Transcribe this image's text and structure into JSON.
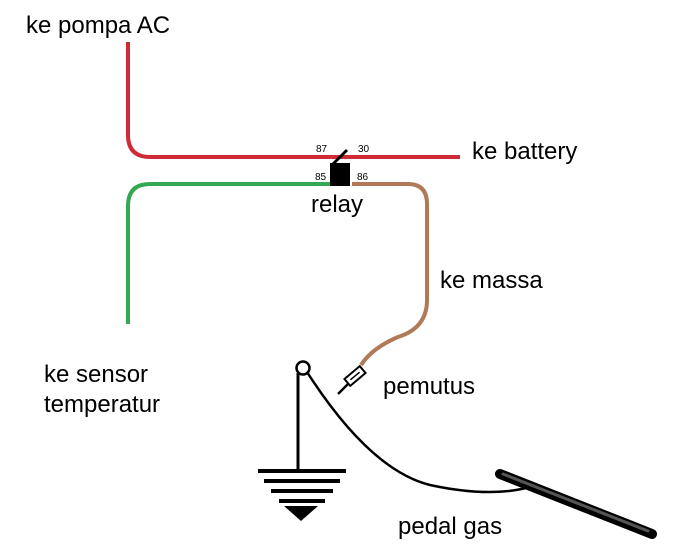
{
  "colors": {
    "red_wire": "#cf2a36",
    "green_wire": "#34a853",
    "brown_wire": "#b07a58",
    "black": "#000000"
  },
  "labels": {
    "pompa": "ke pompa AC",
    "battery": "ke battery",
    "relay": "relay",
    "massa": "ke massa",
    "sensor_line1": "ke sensor",
    "sensor_line2": "temperatur",
    "pemutus": "pemutus",
    "pedal": "pedal gas"
  },
  "relay_pins": {
    "p87": "87",
    "p30": "30",
    "p85": "85",
    "p86": "86"
  },
  "icons": [
    "ground-icon",
    "relay-icon",
    "switch-icon",
    "pivot-icon"
  ]
}
